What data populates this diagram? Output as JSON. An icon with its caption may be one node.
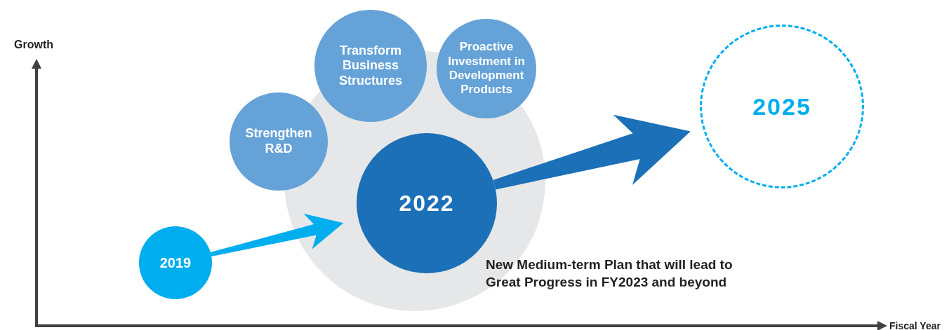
{
  "diagram": {
    "nodes": [
      {
        "text": [],
        "shape": "circle"
      },
      {
        "text": [
          "Transform Business Structures"
        ]
      },
      {
        "text": [
          "Proactive Investment in Development Products"
        ]
      },
      {
        "text": [
          "2025"
        ]
      },
      {
        "text": [
          "Strengthen R&D"
        ]
      },
      {
        "text": [
          "2022"
        ],
        "in": 0
      },
      {
        "text": [
          "2019"
        ]
      }
    ],
    "edges": [
      {
        "from": 6,
        "to": 5,
        "arrow": "to",
        "color": "#00aeef"
      },
      {
        "from": 5,
        "to": 3,
        "arrow": "to",
        "color": "#1b70b7"
      }
    ],
    "labels": [
      "Growth",
      "New Medium-term Plan that will lead to Great Progress in FY2023 and beyond",
      "Fiscal Year"
    ]
  }
}
